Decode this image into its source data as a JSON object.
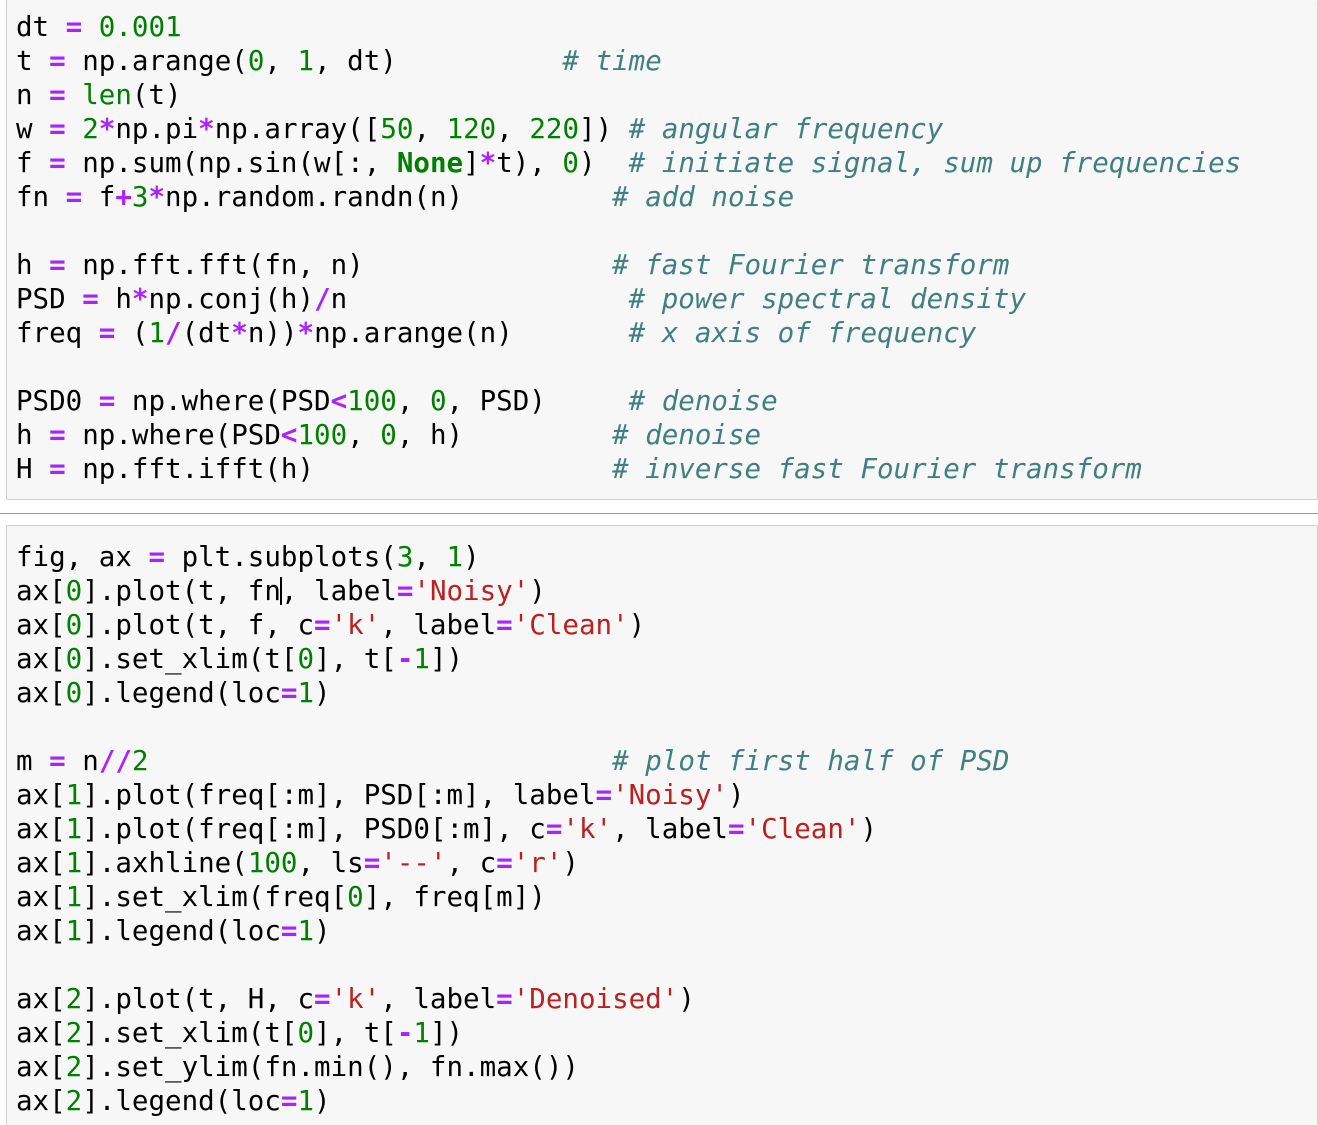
{
  "cells": [
    {
      "lines": [
        [
          [
            "t",
            "dt "
          ],
          [
            "o",
            "="
          ],
          [
            "t",
            " "
          ],
          [
            "n",
            "0.001"
          ]
        ],
        [
          [
            "t",
            "t "
          ],
          [
            "o",
            "="
          ],
          [
            "t",
            " np.arange("
          ],
          [
            "n",
            "0"
          ],
          [
            "t",
            ", "
          ],
          [
            "n",
            "1"
          ],
          [
            "t",
            ", dt)          "
          ],
          [
            "c",
            "# time"
          ]
        ],
        [
          [
            "t",
            "n "
          ],
          [
            "o",
            "="
          ],
          [
            "t",
            " "
          ],
          [
            "n",
            "len"
          ],
          [
            "t",
            "(t)"
          ]
        ],
        [
          [
            "t",
            "w "
          ],
          [
            "o",
            "="
          ],
          [
            "t",
            " "
          ],
          [
            "n",
            "2"
          ],
          [
            "o",
            "*"
          ],
          [
            "t",
            "np.pi"
          ],
          [
            "o",
            "*"
          ],
          [
            "t",
            "np.array(["
          ],
          [
            "n",
            "50"
          ],
          [
            "t",
            ", "
          ],
          [
            "n",
            "120"
          ],
          [
            "t",
            ", "
          ],
          [
            "n",
            "220"
          ],
          [
            "t",
            "]) "
          ],
          [
            "c",
            "# angular frequency"
          ]
        ],
        [
          [
            "t",
            "f "
          ],
          [
            "o",
            "="
          ],
          [
            "t",
            " np.sum(np.sin(w[:, "
          ],
          [
            "k",
            "None"
          ],
          [
            "t",
            "]"
          ],
          [
            "o",
            "*"
          ],
          [
            "t",
            "t), "
          ],
          [
            "n",
            "0"
          ],
          [
            "t",
            ")  "
          ],
          [
            "c",
            "# initiate signal, sum up frequencies"
          ]
        ],
        [
          [
            "t",
            "fn "
          ],
          [
            "o",
            "="
          ],
          [
            "t",
            " f"
          ],
          [
            "o",
            "+"
          ],
          [
            "n",
            "3"
          ],
          [
            "o",
            "*"
          ],
          [
            "t",
            "np.random.randn(n)         "
          ],
          [
            "c",
            "# add noise"
          ]
        ],
        [],
        [
          [
            "t",
            "h "
          ],
          [
            "o",
            "="
          ],
          [
            "t",
            " np.fft.fft(fn, n)               "
          ],
          [
            "c",
            "# fast Fourier transform"
          ]
        ],
        [
          [
            "t",
            "PSD "
          ],
          [
            "o",
            "="
          ],
          [
            "t",
            " h"
          ],
          [
            "o",
            "*"
          ],
          [
            "t",
            "np.conj(h)"
          ],
          [
            "o",
            "/"
          ],
          [
            "t",
            "n                 "
          ],
          [
            "c",
            "# power spectral density"
          ]
        ],
        [
          [
            "t",
            "freq "
          ],
          [
            "o",
            "="
          ],
          [
            "t",
            " ("
          ],
          [
            "n",
            "1"
          ],
          [
            "o",
            "/"
          ],
          [
            "t",
            "(dt"
          ],
          [
            "o",
            "*"
          ],
          [
            "t",
            "n))"
          ],
          [
            "o",
            "*"
          ],
          [
            "t",
            "np.arange(n)       "
          ],
          [
            "c",
            "# x axis of frequency"
          ]
        ],
        [],
        [
          [
            "t",
            "PSD0 "
          ],
          [
            "o",
            "="
          ],
          [
            "t",
            " np.where(PSD"
          ],
          [
            "o",
            "<"
          ],
          [
            "n",
            "100"
          ],
          [
            "t",
            ", "
          ],
          [
            "n",
            "0"
          ],
          [
            "t",
            ", PSD)     "
          ],
          [
            "c",
            "# denoise"
          ]
        ],
        [
          [
            "t",
            "h "
          ],
          [
            "o",
            "="
          ],
          [
            "t",
            " np.where(PSD"
          ],
          [
            "o",
            "<"
          ],
          [
            "n",
            "100"
          ],
          [
            "t",
            ", "
          ],
          [
            "n",
            "0"
          ],
          [
            "t",
            ", h)         "
          ],
          [
            "c",
            "# denoise"
          ]
        ],
        [
          [
            "t",
            "H "
          ],
          [
            "o",
            "="
          ],
          [
            "t",
            " np.fft.ifft(h)                  "
          ],
          [
            "c",
            "# inverse fast Fourier transform"
          ]
        ]
      ]
    },
    {
      "lines": [
        [
          [
            "t",
            "fig, ax "
          ],
          [
            "o",
            "="
          ],
          [
            "t",
            " plt.subplots("
          ],
          [
            "n",
            "3"
          ],
          [
            "t",
            ", "
          ],
          [
            "n",
            "1"
          ],
          [
            "t",
            ")"
          ]
        ],
        [
          [
            "t",
            "ax["
          ],
          [
            "n",
            "0"
          ],
          [
            "t",
            "].plot(t, fn"
          ],
          [
            "cursor",
            ""
          ],
          [
            "t",
            ", label"
          ],
          [
            "o",
            "="
          ],
          [
            "s",
            "'Noisy'"
          ],
          [
            "t",
            ")"
          ]
        ],
        [
          [
            "t",
            "ax["
          ],
          [
            "n",
            "0"
          ],
          [
            "t",
            "].plot(t, f, c"
          ],
          [
            "o",
            "="
          ],
          [
            "s",
            "'k'"
          ],
          [
            "t",
            ", label"
          ],
          [
            "o",
            "="
          ],
          [
            "s",
            "'Clean'"
          ],
          [
            "t",
            ")"
          ]
        ],
        [
          [
            "t",
            "ax["
          ],
          [
            "n",
            "0"
          ],
          [
            "t",
            "].set_xlim(t["
          ],
          [
            "n",
            "0"
          ],
          [
            "t",
            "], t["
          ],
          [
            "o",
            "-"
          ],
          [
            "n",
            "1"
          ],
          [
            "t",
            "])"
          ]
        ],
        [
          [
            "t",
            "ax["
          ],
          [
            "n",
            "0"
          ],
          [
            "t",
            "].legend(loc"
          ],
          [
            "o",
            "="
          ],
          [
            "n",
            "1"
          ],
          [
            "t",
            ")"
          ]
        ],
        [],
        [
          [
            "t",
            "m "
          ],
          [
            "o",
            "="
          ],
          [
            "t",
            " n"
          ],
          [
            "o",
            "//"
          ],
          [
            "n",
            "2"
          ],
          [
            "t",
            "                            "
          ],
          [
            "c",
            "# plot first half of PSD"
          ]
        ],
        [
          [
            "t",
            "ax["
          ],
          [
            "n",
            "1"
          ],
          [
            "t",
            "].plot(freq[:m], PSD[:m], label"
          ],
          [
            "o",
            "="
          ],
          [
            "s",
            "'Noisy'"
          ],
          [
            "t",
            ")"
          ]
        ],
        [
          [
            "t",
            "ax["
          ],
          [
            "n",
            "1"
          ],
          [
            "t",
            "].plot(freq[:m], PSD0[:m], c"
          ],
          [
            "o",
            "="
          ],
          [
            "s",
            "'k'"
          ],
          [
            "t",
            ", label"
          ],
          [
            "o",
            "="
          ],
          [
            "s",
            "'Clean'"
          ],
          [
            "t",
            ")"
          ]
        ],
        [
          [
            "t",
            "ax["
          ],
          [
            "n",
            "1"
          ],
          [
            "t",
            "].axhline("
          ],
          [
            "n",
            "100"
          ],
          [
            "t",
            ", ls"
          ],
          [
            "o",
            "="
          ],
          [
            "s",
            "'--'"
          ],
          [
            "t",
            ", c"
          ],
          [
            "o",
            "="
          ],
          [
            "s",
            "'r'"
          ],
          [
            "t",
            ")"
          ]
        ],
        [
          [
            "t",
            "ax["
          ],
          [
            "n",
            "1"
          ],
          [
            "t",
            "].set_xlim(freq["
          ],
          [
            "n",
            "0"
          ],
          [
            "t",
            "], freq[m])"
          ]
        ],
        [
          [
            "t",
            "ax["
          ],
          [
            "n",
            "1"
          ],
          [
            "t",
            "].legend(loc"
          ],
          [
            "o",
            "="
          ],
          [
            "n",
            "1"
          ],
          [
            "t",
            ")"
          ]
        ],
        [],
        [
          [
            "t",
            "ax["
          ],
          [
            "n",
            "2"
          ],
          [
            "t",
            "].plot(t, H, c"
          ],
          [
            "o",
            "="
          ],
          [
            "s",
            "'k'"
          ],
          [
            "t",
            ", label"
          ],
          [
            "o",
            "="
          ],
          [
            "s",
            "'Denoised'"
          ],
          [
            "t",
            ")"
          ]
        ],
        [
          [
            "t",
            "ax["
          ],
          [
            "n",
            "2"
          ],
          [
            "t",
            "].set_xlim(t["
          ],
          [
            "n",
            "0"
          ],
          [
            "t",
            "], t["
          ],
          [
            "o",
            "-"
          ],
          [
            "n",
            "1"
          ],
          [
            "t",
            "])"
          ]
        ],
        [
          [
            "t",
            "ax["
          ],
          [
            "n",
            "2"
          ],
          [
            "t",
            "].set_ylim(fn.min(), fn.max())"
          ]
        ],
        [
          [
            "t",
            "ax["
          ],
          [
            "n",
            "2"
          ],
          [
            "t",
            "].legend(loc"
          ],
          [
            "o",
            "="
          ],
          [
            "n",
            "1"
          ],
          [
            "t",
            ")"
          ]
        ]
      ]
    }
  ]
}
